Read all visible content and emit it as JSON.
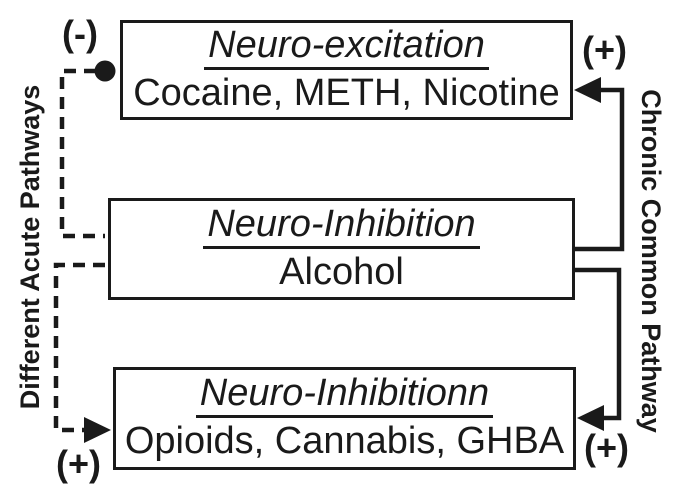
{
  "diagram": {
    "boxes": {
      "excitation": {
        "title": "Neuro-excitation",
        "drugs": "Cocaine, METH, Nicotine"
      },
      "inhibition": {
        "title": "Neuro-Inhibition",
        "drugs": "Alcohol"
      },
      "inhibition2": {
        "title": "Neuro-Inhibitionn",
        "drugs": "Opioids, Cannabis, GHBA"
      }
    },
    "signs": {
      "top_left": "(-)",
      "top_right": "(+)",
      "bottom_left": "(+)",
      "bottom_right": "(+)"
    },
    "pathway_labels": {
      "left": "Different Acute Pathways",
      "right": "Chronic Common Pathway"
    },
    "colors": {
      "line": "#1a1a1a",
      "background": "#ffffff"
    },
    "connector_styles": {
      "left_pathways": "dashed",
      "right_pathway": "solid",
      "inhibitory_terminal": "filled-circle",
      "excitatory_terminal": "arrowhead"
    }
  }
}
